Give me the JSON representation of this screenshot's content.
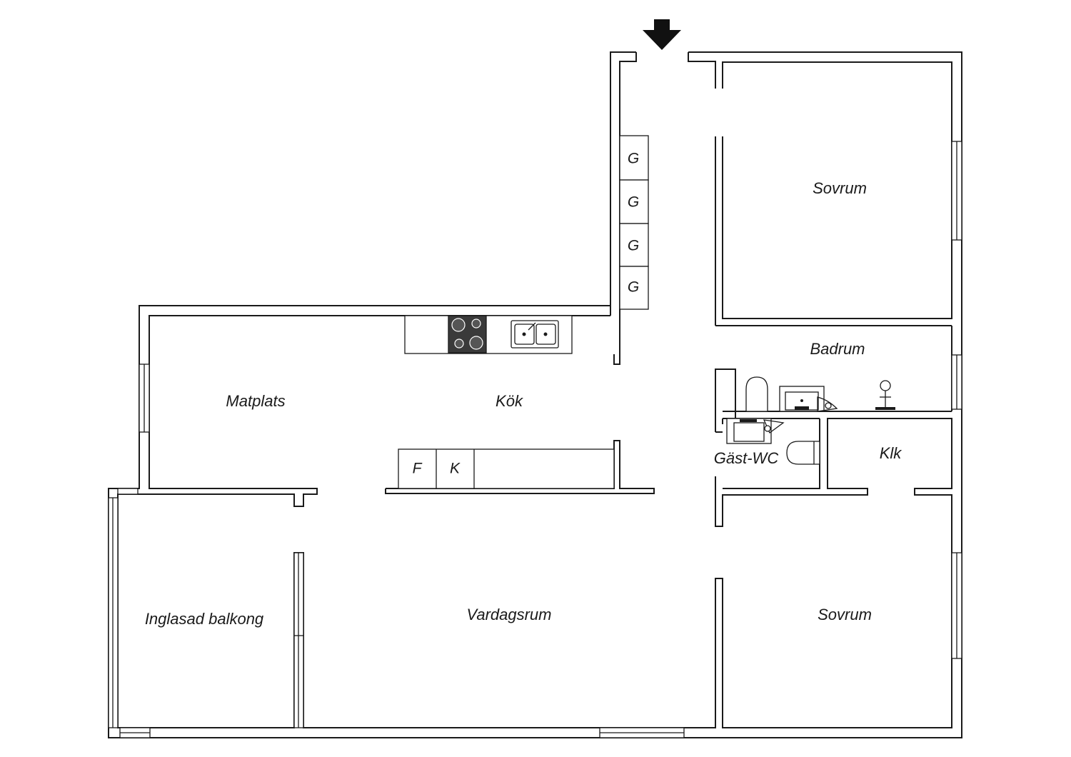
{
  "colors": {
    "wall": "#1a1a1a",
    "background": "#ffffff",
    "hob": "#3a3a3a"
  },
  "entrance": {
    "icon": "arrow-down-icon"
  },
  "rooms": {
    "sovrum_top": "Sovrum",
    "badrum": "Badrum",
    "matplats": "Matplats",
    "kok": "Kök",
    "gast_wc": "Gäst-WC",
    "klk": "Klk",
    "inglasad_balkong": "Inglasad balkong",
    "vardagsrum": "Vardagsrum",
    "sovrum_bottom": "Sovrum"
  },
  "wardrobes": [
    "G",
    "G",
    "G",
    "G"
  ],
  "appliances": {
    "fridge": "F",
    "freezer": "K"
  }
}
